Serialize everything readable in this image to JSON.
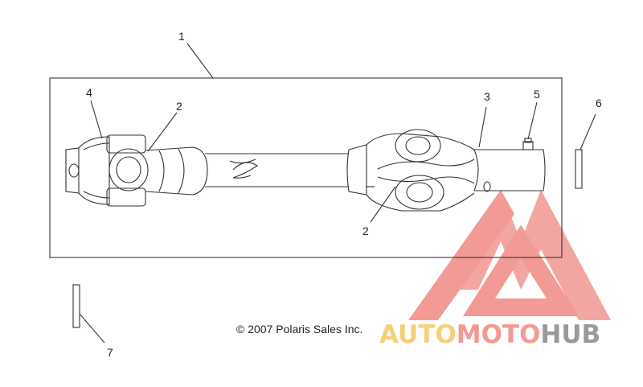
{
  "diagram": {
    "callouts": [
      "1",
      "2",
      "3",
      "4",
      "5",
      "6",
      "7",
      "2"
    ],
    "copyright": "© 2007 Polaris Sales Inc.",
    "line_color": "#333333"
  },
  "watermark": {
    "part1": "AUTO",
    "part2": "MOTO",
    "part3": "HUB",
    "colors": {
      "auto": "#f5cf7a",
      "moto": "#f29a94",
      "hub": "#9a9a9a",
      "logo": "#f08a84"
    }
  }
}
